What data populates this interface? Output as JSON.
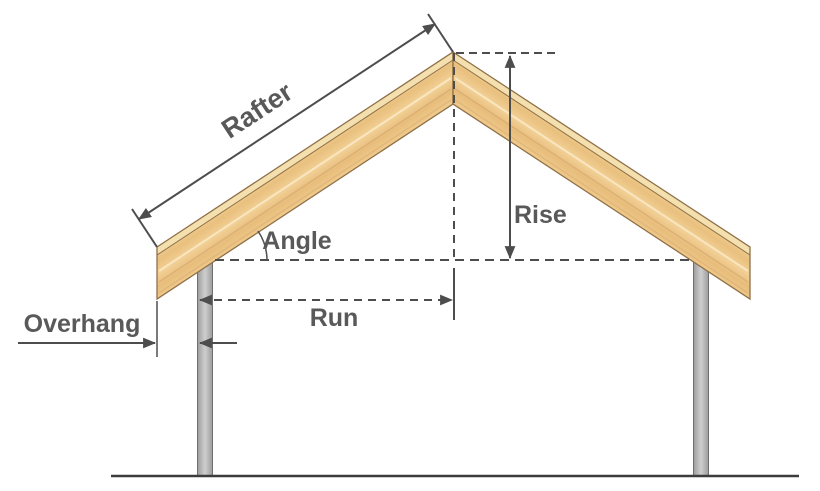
{
  "diagram": {
    "type": "roof-rafter-terminology-diagram",
    "labels": {
      "rafter": "Rafter",
      "angle": "Angle",
      "rise": "Rise",
      "run": "Run",
      "overhang": "Overhang"
    },
    "colors": {
      "wood_face": "#EEC787",
      "wood_edge_strip": "#F4DFAE",
      "wood_outline": "#8F7048",
      "post_fill": "#B5B5B5",
      "post_border": "#6E6E6E",
      "dimension_line": "#4D4D4D",
      "label_text": "#595959",
      "ground_line": "#3C3C3C",
      "background": "#FFFFFF"
    }
  }
}
